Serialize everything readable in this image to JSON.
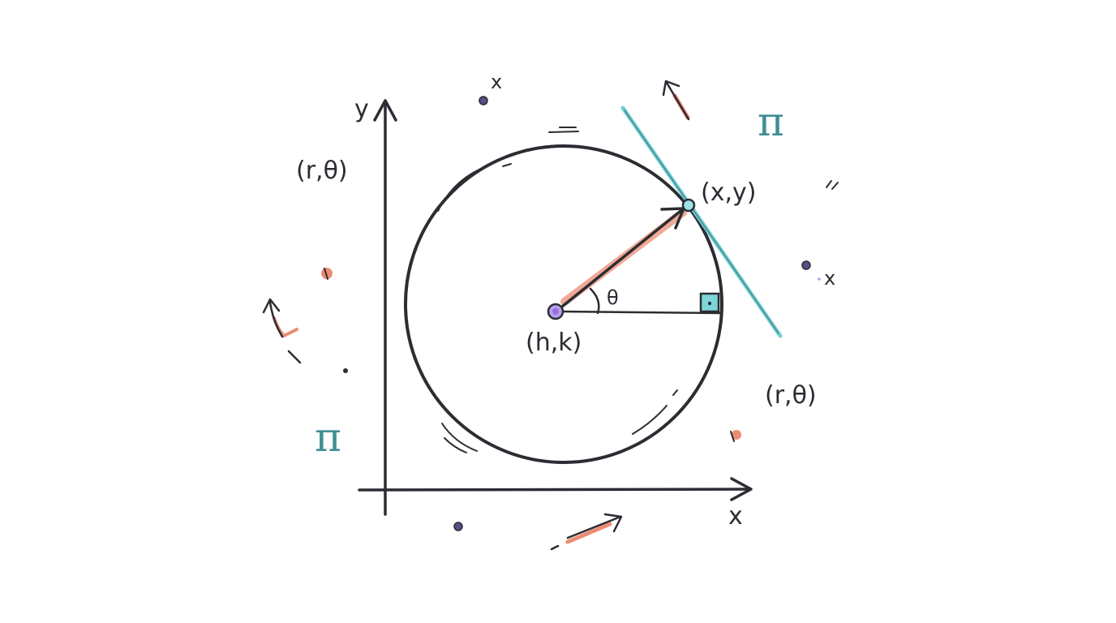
{
  "labels": {
    "y_axis": "y",
    "x_axis": "x",
    "center": "(h,k)",
    "point": "(x,y)",
    "angle": "θ",
    "polar_top_left": "(r,θ)",
    "polar_bottom_right": "(r,θ)",
    "pi_top_right": "π",
    "pi_left": "π",
    "x_mark_top": "x",
    "x_mark_right": "x"
  },
  "colors": {
    "ink": "#2b2d33",
    "radius_highlight": "#f0a08c",
    "tangent": "#6fd0d4",
    "center_dot": "#9b6fd8",
    "accent_orange": "#ec8c73",
    "pi_teal": "#3f8f93",
    "dot_purple": "#5b4d86"
  }
}
